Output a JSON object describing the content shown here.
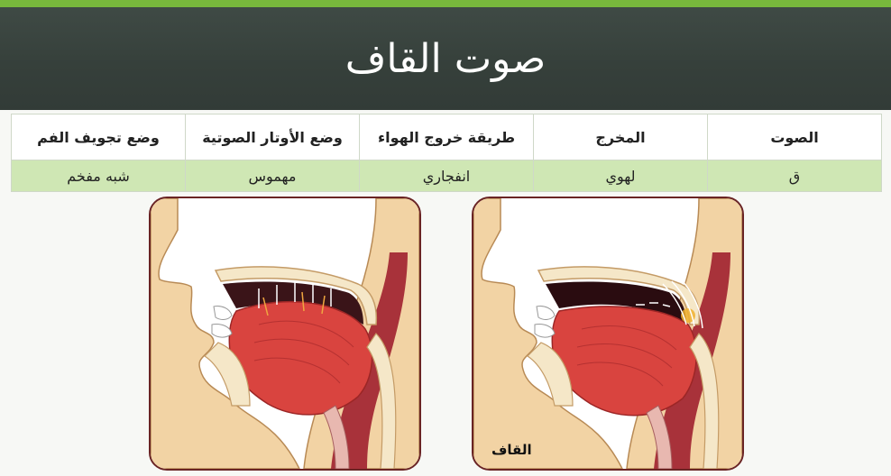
{
  "header": {
    "title": "صوت القاف"
  },
  "table": {
    "headers": [
      "الصوت",
      "المخرج",
      "طريقة خروج الهواء",
      "وضع الأوتار الصوتية",
      "وضع تجويف الفم"
    ],
    "values": [
      "ق",
      "لهوي",
      "انفجاري",
      "مهموس",
      "شبه مفخم"
    ]
  },
  "diagrams": {
    "right_caption": "القاف"
  },
  "colors": {
    "accent_green": "#78b83c",
    "header_bg": "#3a4440",
    "row_green": "#cfe7b4",
    "frame": "#6a2424"
  }
}
